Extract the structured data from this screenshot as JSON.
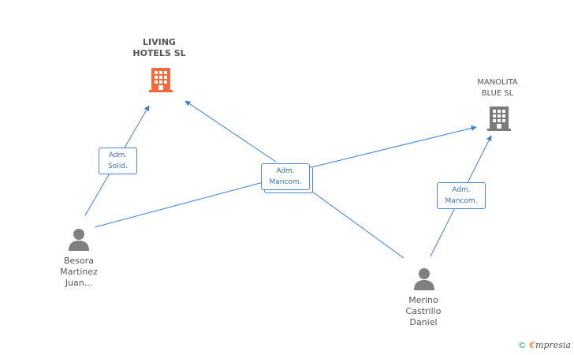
{
  "colors": {
    "edge": "#3f7fd6",
    "highlight_company": "#f26a3d",
    "company": "#7a7a7a",
    "person": "#808080",
    "brand": "#f2884a"
  },
  "nodes": {
    "living": {
      "name_line1": "LIVING",
      "name_line2": "HOTELS SL",
      "icon": "building-icon"
    },
    "manolita": {
      "name_line1": "MANOLITA",
      "name_line2": "BLUE SL",
      "icon": "building-icon"
    },
    "besora": {
      "line1": "Besora",
      "line2": "Martinez",
      "line3": "Juan...",
      "icon": "person-icon"
    },
    "merino": {
      "line1": "Merino",
      "line2": "Castrillo",
      "line3": "Daniel",
      "icon": "person-icon"
    }
  },
  "roles": {
    "solid": {
      "line1": "Adm.",
      "line2": "Solid."
    },
    "mancom_center": {
      "line1": "Adm.",
      "line2": "Mancom."
    },
    "mancom_right": {
      "line1": "Adm.",
      "line2": "Mancom."
    }
  },
  "footer": {
    "copyright": "©",
    "brand_first": "€",
    "brand_rest": "mpresia"
  }
}
